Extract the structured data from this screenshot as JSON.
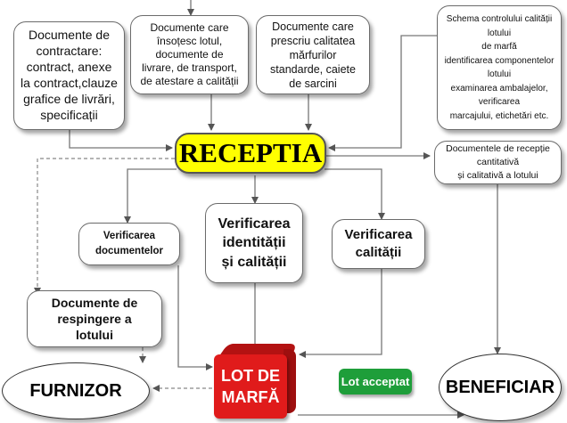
{
  "center": "RECEPTIA",
  "inputs": {
    "contract": "Documente de\ncontractare:\ncontract, anexe\nla contract,clauze\ngrafice de livrări,\nspecificații",
    "accompany": "Documente care\nînsoțesc lotul,\ndocumente de\nlivrare, de transport,\nde atestare a calității",
    "prescribe": "Documente care\nprescriu calitatea\nmărfurilor\nstandarde, caiete\nde sarcini",
    "scheme": "Schema controlului calității lotului\nde marfă\nidentificarea componentelor lotului\nexaminarea ambalajelor, verificarea\nmarcajului, etichetări etc."
  },
  "reception_docs": "Documentele de recepție cantitativă\nși calitativă a lotului",
  "checks": {
    "documents": "Verificarea\ndocumentelor",
    "identity": "Verificarea\nidentității\nși calității",
    "quality": "Verificarea\ncalității"
  },
  "rejection": "Documente de\nrespingere a\nlotului",
  "supplier": "FURNIZOR",
  "lot": "LOT DE\nMARFĂ",
  "accepted": "Lot acceptat",
  "beneficiary": "BENEFICIAR"
}
